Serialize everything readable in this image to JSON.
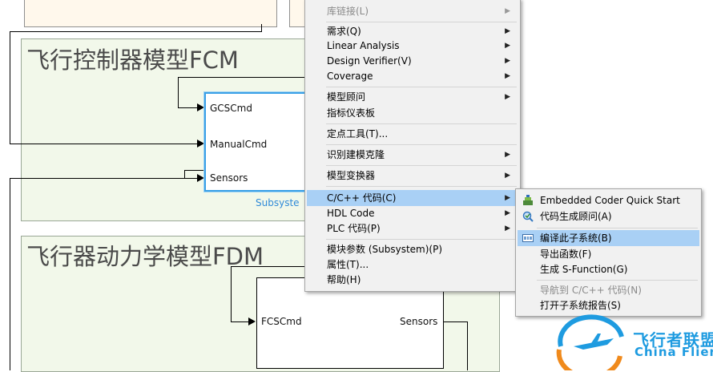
{
  "diagram": {
    "fcm_area_title": "飞行控制器模型FCM",
    "fdm_area_title": "飞行器动力学模型FDM",
    "subsystem_ports": [
      "GCSCmd",
      "ManualCmd",
      "Sensors"
    ],
    "subsystem_name": "Subsyste",
    "fcs_block_in": "FCSCmd",
    "fcs_block_out": "Sensors"
  },
  "context_menu": {
    "items": [
      {
        "label": "库链接(L)",
        "submenu": true,
        "disabled": true
      },
      {
        "label": "需求(Q)",
        "submenu": true
      },
      {
        "label": "Linear Analysis",
        "submenu": true
      },
      {
        "label": "Design Verifier(V)",
        "submenu": true
      },
      {
        "label": "Coverage",
        "submenu": true
      },
      {
        "label": "模型顾问",
        "submenu": true
      },
      {
        "label": "指标仪表板",
        "submenu": false
      },
      {
        "label": "定点工具(T)...",
        "submenu": false
      },
      {
        "label": "识别建模克隆",
        "submenu": true
      },
      {
        "label": "模型变换器",
        "submenu": true
      },
      {
        "label": "C/C++ 代码(C)",
        "submenu": true,
        "highlighted": true
      },
      {
        "label": "HDL Code",
        "submenu": true
      },
      {
        "label": "PLC 代码(P)",
        "submenu": true
      },
      {
        "label": "模块参数 (Subsystem)(P)",
        "submenu": false
      },
      {
        "label": "属性(T)...",
        "submenu": false
      },
      {
        "label": "帮助(H)",
        "submenu": false
      }
    ]
  },
  "submenu": {
    "items": [
      {
        "label": "Embedded Coder Quick Start",
        "icon": "embedded-coder-icon"
      },
      {
        "label": "代码生成顾问(A)",
        "icon": "code-advisor-icon"
      },
      {
        "label": "编译此子系统(B)",
        "icon": "build-subsystem-icon",
        "highlighted": true
      },
      {
        "label": "导出函数(F)"
      },
      {
        "label": "生成 S-Function(G)"
      },
      {
        "label": "导航到 C/C++ 代码(N)",
        "disabled": true
      },
      {
        "label": "打开子系统报告(S)"
      }
    ]
  },
  "watermark": {
    "cn": "飞行者联盟",
    "en": "China Flier"
  },
  "colors": {
    "menu_highlight": "#a9d0f5",
    "selection_blue": "#3aa0e6",
    "fcm_area_bg": "#f2f8ea",
    "watermark_blue": "#1e9be0"
  }
}
